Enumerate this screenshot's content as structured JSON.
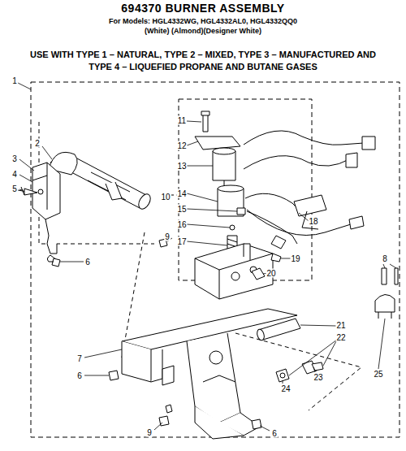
{
  "diagram": {
    "title": "694370 BURNER ASSEMBLY",
    "labels": [
      "For Models: HGL4332WG, HGL4332AL0, HGL4332QQ0",
      "(White)    (Almond)(Designer White)",
      "USE WITH TYPE 1 – NATURAL, TYPE 2 – MIXED, TYPE 3 – MANUFACTURED AND TYPE 4 – LIQUEFIED PROPANE AND BUTANE GASES",
      "1",
      "11",
      "12",
      "2",
      "3",
      "13",
      "4",
      "14",
      "5",
      "10",
      "15",
      "18",
      "16",
      "9",
      "17",
      "6",
      "8",
      "19",
      "20",
      "21",
      "22",
      "7",
      "6",
      "25",
      "23",
      "24",
      "9",
      "6"
    ]
  }
}
